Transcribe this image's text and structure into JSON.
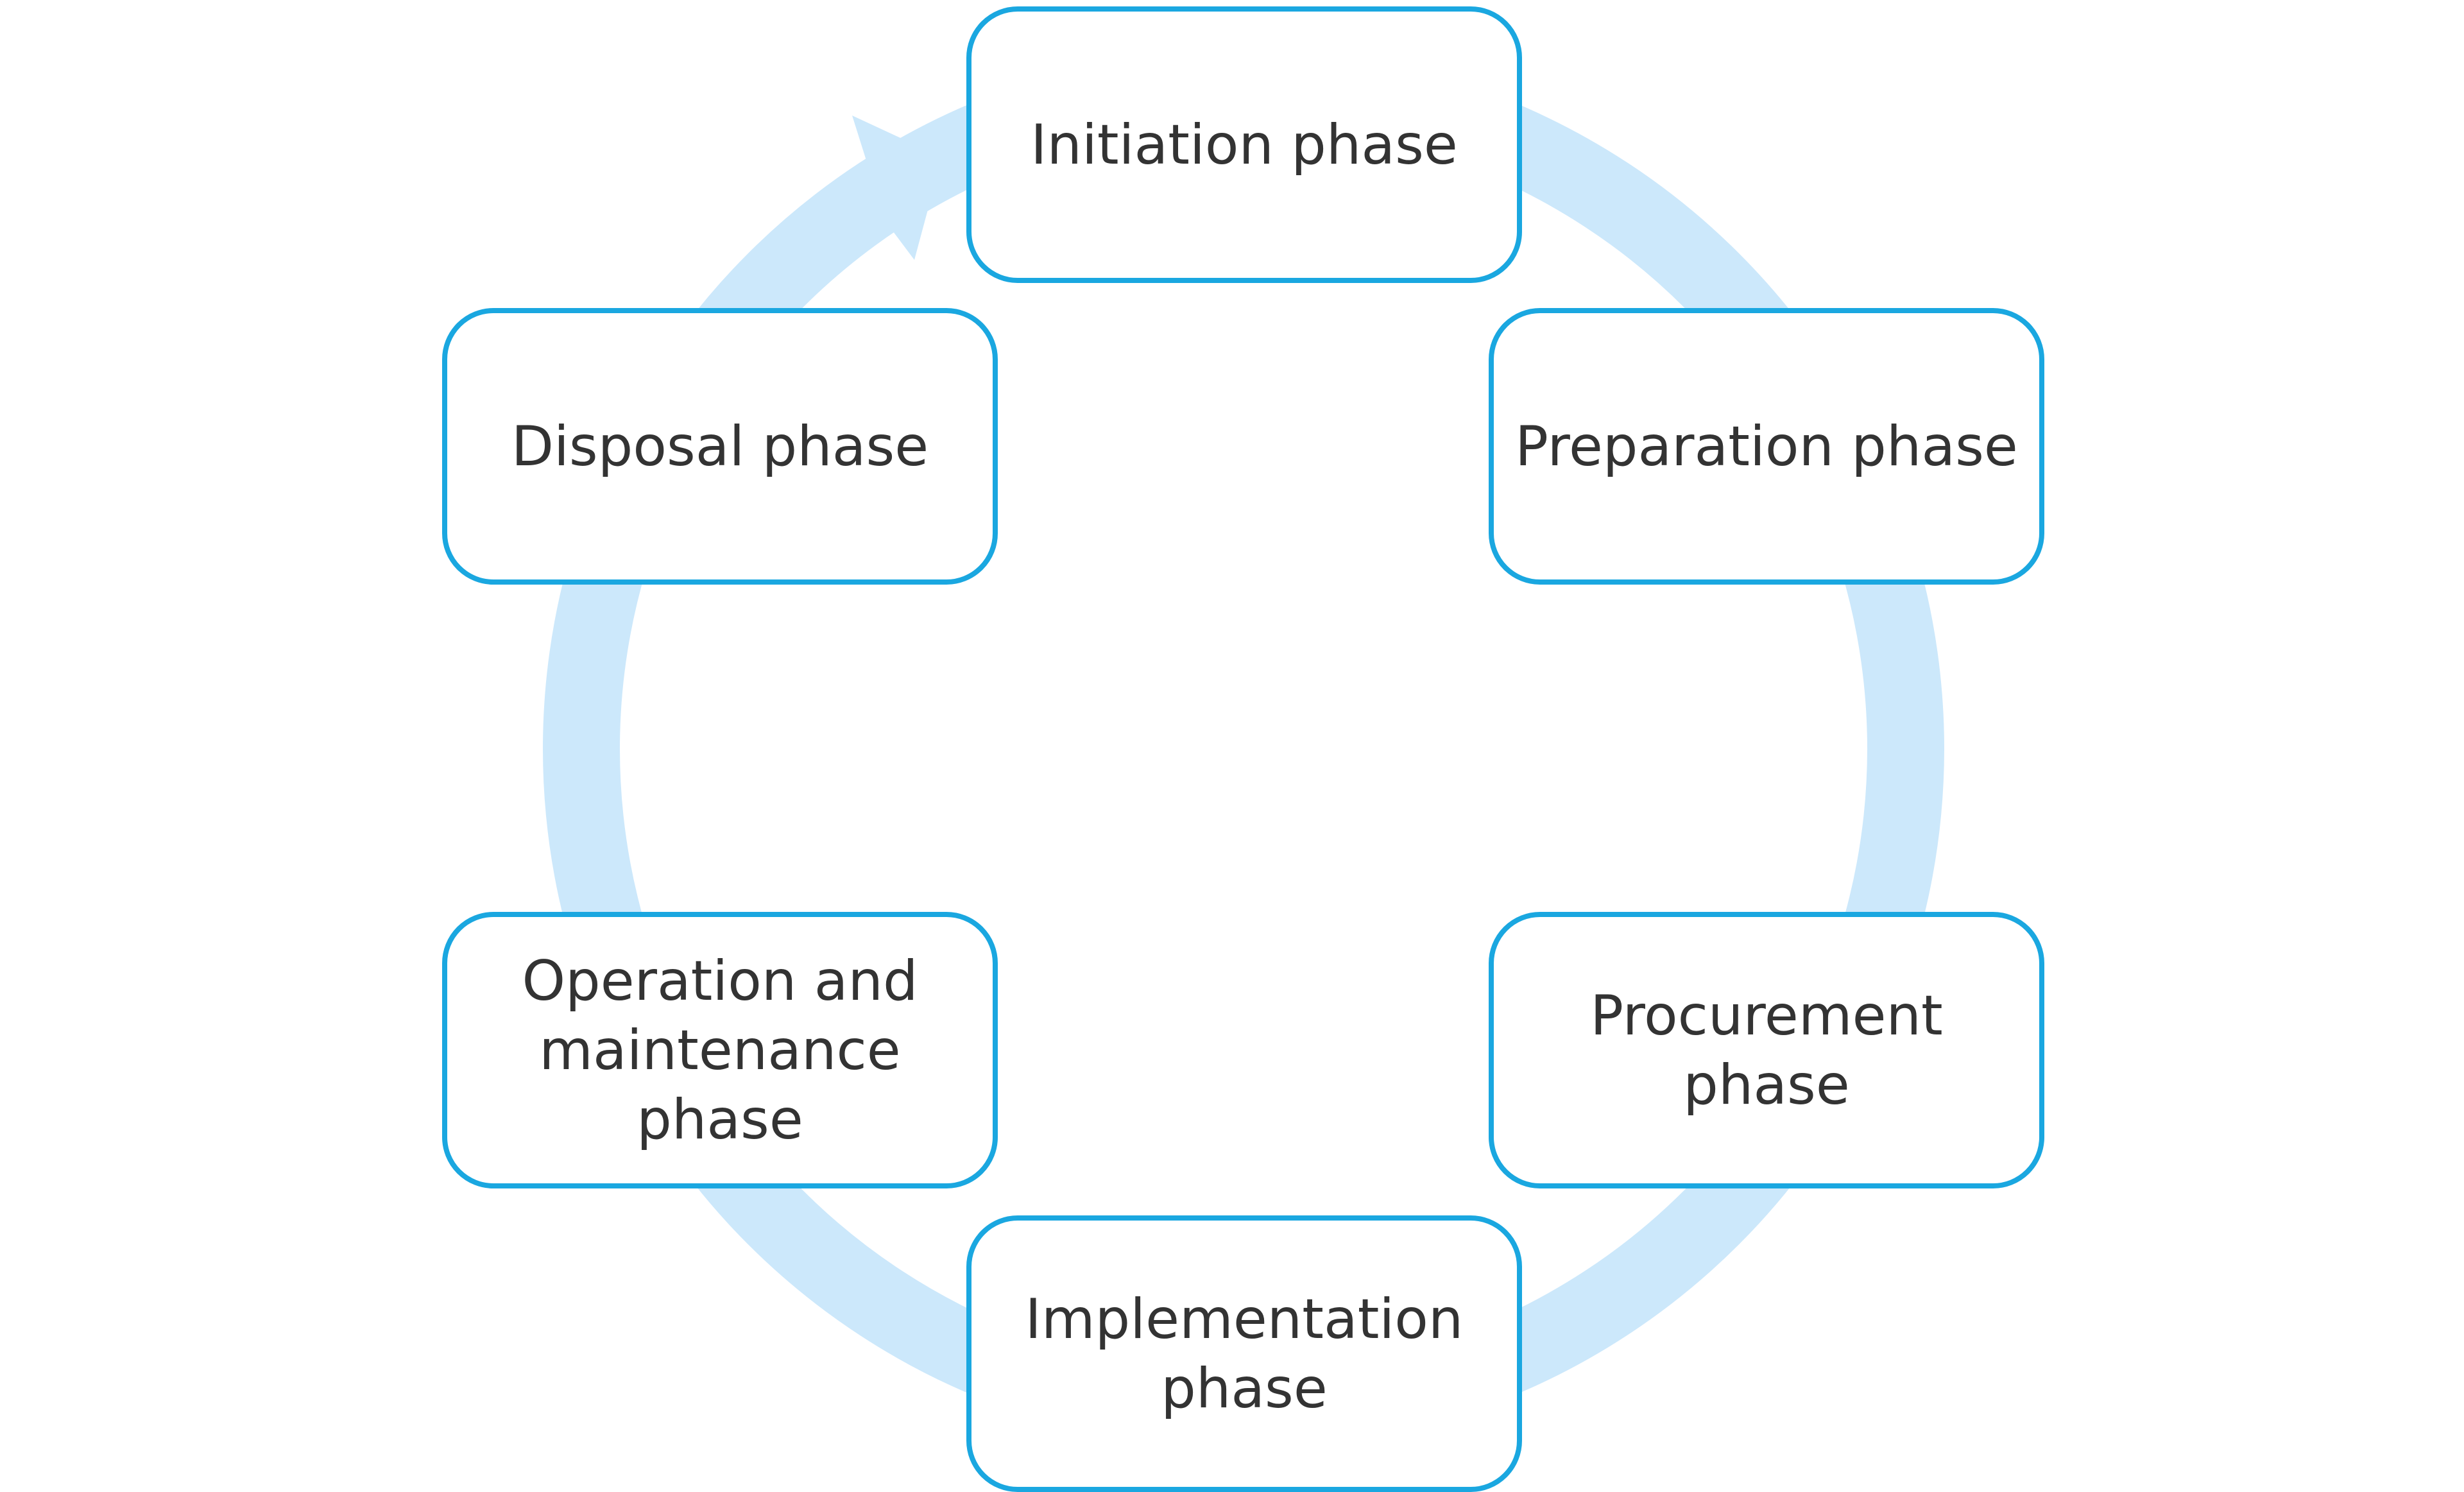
{
  "colors": {
    "ring": "#cce8fb",
    "box_border": "#1aa7e0",
    "box_fill": "#ffffff",
    "text": "#333333"
  },
  "phases": [
    {
      "label": "Initiation phase"
    },
    {
      "label": "Preparation phase"
    },
    {
      "label": "Procurement\nphase"
    },
    {
      "label": "Implementation\nphase"
    },
    {
      "label": "Operation and\nmaintenance\nphase"
    },
    {
      "label": "Disposal phase"
    }
  ]
}
